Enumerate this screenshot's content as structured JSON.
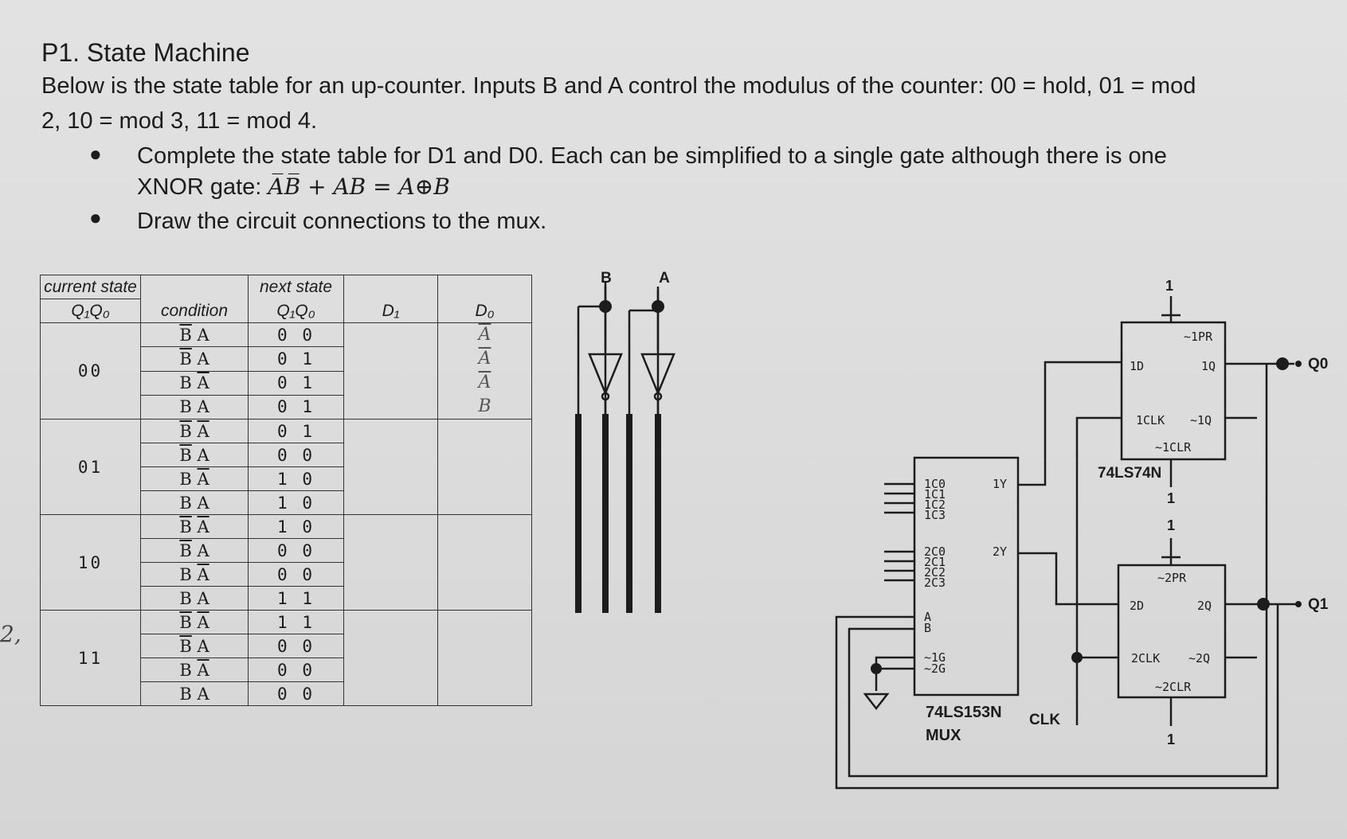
{
  "problem": {
    "title": "P1. State Machine",
    "description_line1": "Below is the state table for an up-counter. Inputs B and A control the modulus of the counter: 00 = hold, 01 = mod",
    "description_line2": "2, 10 = mod 3, 11 = mod 4.",
    "bullets": [
      {
        "prefix": "Complete the state table for D1 and D0.  Each can be simplified to a single gate although there is one",
        "line2_prefix": "XNOR gate:",
        "formula": "A̅B̅ + AB = A⊕B"
      },
      {
        "text": "Draw the circuit connections to the mux."
      }
    ]
  },
  "table": {
    "headers": {
      "current_state": "current state",
      "current_bits": "Q₁Q₀",
      "condition": "condition",
      "next_state": "next state",
      "next_bits": "Q₁Q₀",
      "d1": "D₁",
      "d0": "D₀"
    },
    "groups": [
      {
        "state": "00",
        "rows": [
          {
            "cond_b": "B",
            "cond_b_bar": true,
            "cond_a": "A",
            "cond_a_bar": false,
            "next": "0 0"
          },
          {
            "cond_b": "B",
            "cond_b_bar": true,
            "cond_a": "A",
            "cond_a_bar": false,
            "next": "0 1"
          },
          {
            "cond_b": "B",
            "cond_b_bar": false,
            "cond_a": "A",
            "cond_a_bar": true,
            "next": "0 1"
          },
          {
            "cond_b": "B",
            "cond_b_bar": false,
            "cond_a": "A",
            "cond_a_bar": false,
            "next": "0 1"
          }
        ],
        "d0_handwritten": [
          "A",
          "A",
          "A",
          "B"
        ]
      },
      {
        "state": "01",
        "rows": [
          {
            "cond_b": "B",
            "cond_b_bar": true,
            "cond_a": "A",
            "cond_a_bar": true,
            "next": "0 1"
          },
          {
            "cond_b": "B",
            "cond_b_bar": true,
            "cond_a": "A",
            "cond_a_bar": false,
            "next": "0 0"
          },
          {
            "cond_b": "B",
            "cond_b_bar": false,
            "cond_a": "A",
            "cond_a_bar": true,
            "next": "1 0"
          },
          {
            "cond_b": "B",
            "cond_b_bar": false,
            "cond_a": "A",
            "cond_a_bar": false,
            "next": "1 0"
          }
        ]
      },
      {
        "state": "10",
        "rows": [
          {
            "cond_b": "B",
            "cond_b_bar": true,
            "cond_a": "A",
            "cond_a_bar": true,
            "next": "1 0"
          },
          {
            "cond_b": "B",
            "cond_b_bar": true,
            "cond_a": "A",
            "cond_a_bar": false,
            "next": "0 0"
          },
          {
            "cond_b": "B",
            "cond_b_bar": false,
            "cond_a": "A",
            "cond_a_bar": true,
            "next": "0 0"
          },
          {
            "cond_b": "B",
            "cond_b_bar": false,
            "cond_a": "A",
            "cond_a_bar": false,
            "next": "1 1"
          }
        ]
      },
      {
        "state": "11",
        "rows": [
          {
            "cond_b": "B",
            "cond_b_bar": true,
            "cond_a": "A",
            "cond_a_bar": true,
            "next": "1 1"
          },
          {
            "cond_b": "B",
            "cond_b_bar": true,
            "cond_a": "A",
            "cond_a_bar": false,
            "next": "0 0"
          },
          {
            "cond_b": "B",
            "cond_b_bar": false,
            "cond_a": "A",
            "cond_a_bar": true,
            "next": "0 0"
          },
          {
            "cond_b": "B",
            "cond_b_bar": false,
            "cond_a": "A",
            "cond_a_bar": false,
            "next": "0 0"
          }
        ]
      }
    ]
  },
  "circuit": {
    "inputs": {
      "b": "B",
      "a": "A"
    },
    "mux": {
      "part": "74LS153N",
      "name": "MUX",
      "pins_1": [
        "1C0",
        "1C1",
        "1C2",
        "1C3"
      ],
      "pins_2": [
        "2C0",
        "2C1",
        "2C2",
        "2C3"
      ],
      "sel_a": "A",
      "sel_b": "B",
      "en_1": "~1G",
      "en_2": "~2G",
      "out_1": "1Y",
      "out_2": "2Y"
    },
    "flipflop": {
      "part": "74LS74N",
      "ff1": {
        "pr": "~1PR",
        "d": "1D",
        "q": "1Q",
        "clk": "1CLK",
        "qn": "~1Q",
        "clr": "~1CLR"
      },
      "ff2": {
        "pr": "~2PR",
        "d": "2D",
        "q": "2Q",
        "clk": "2CLK",
        "qn": "~2Q",
        "clr": "~2CLR"
      },
      "tie_value": "1"
    },
    "clock": "CLK",
    "outputs": {
      "q0": "Q0",
      "q1": "Q1"
    }
  },
  "margin_mark": "2,"
}
